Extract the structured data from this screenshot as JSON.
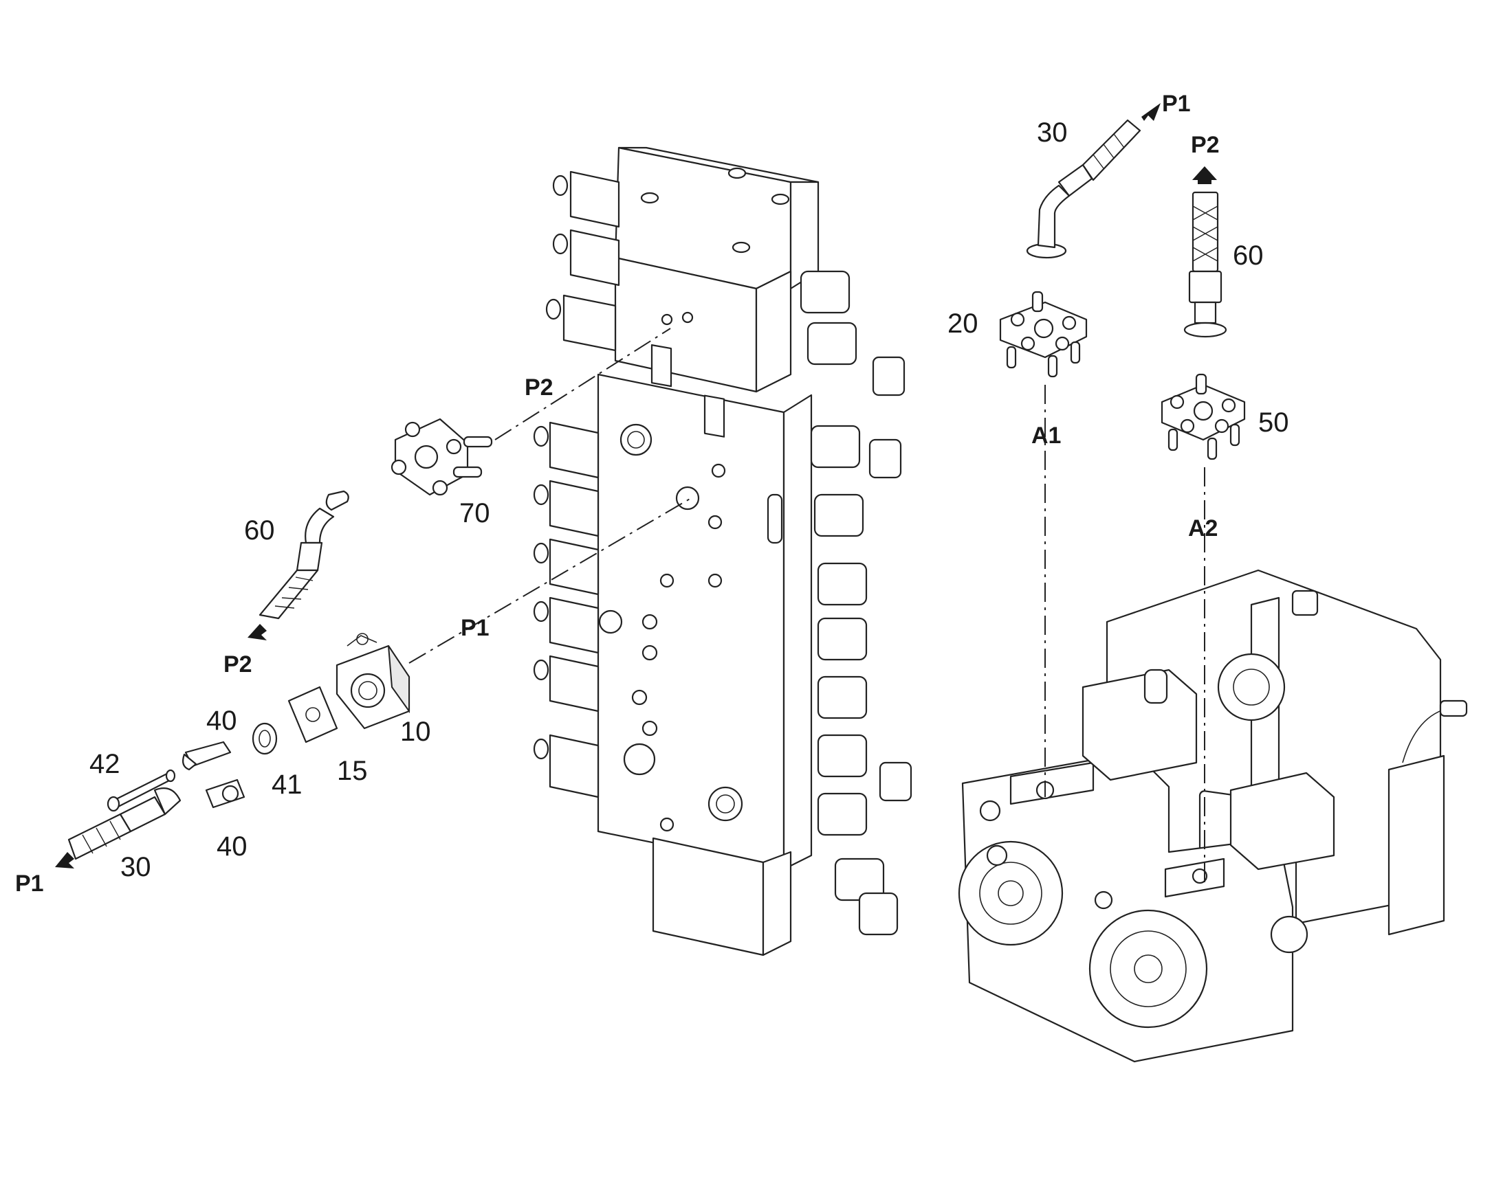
{
  "labels": {
    "lbl_10": "10",
    "lbl_15": "15",
    "lbl_20": "20",
    "lbl_30_left": "30",
    "lbl_30_right": "30",
    "lbl_40_top": "40",
    "lbl_40_bottom": "40",
    "lbl_41": "41",
    "lbl_42": "42",
    "lbl_50": "50",
    "lbl_60_left": "60",
    "lbl_60_right": "60",
    "lbl_70": "70",
    "port_p1_line": "P1",
    "port_p2_line": "P2",
    "port_p1_left": "P1",
    "port_p2_left": "P2",
    "port_p1_right": "P1",
    "port_p2_right": "P2",
    "port_a1": "A1",
    "port_a2": "A2"
  },
  "icons": {
    "check_valve": "check-valve-symbol",
    "flow_arrow": "flow-direction-arrow"
  },
  "colors": {
    "line": "#222222",
    "fill": "#ffffff",
    "shade": "#e9e9e9"
  }
}
